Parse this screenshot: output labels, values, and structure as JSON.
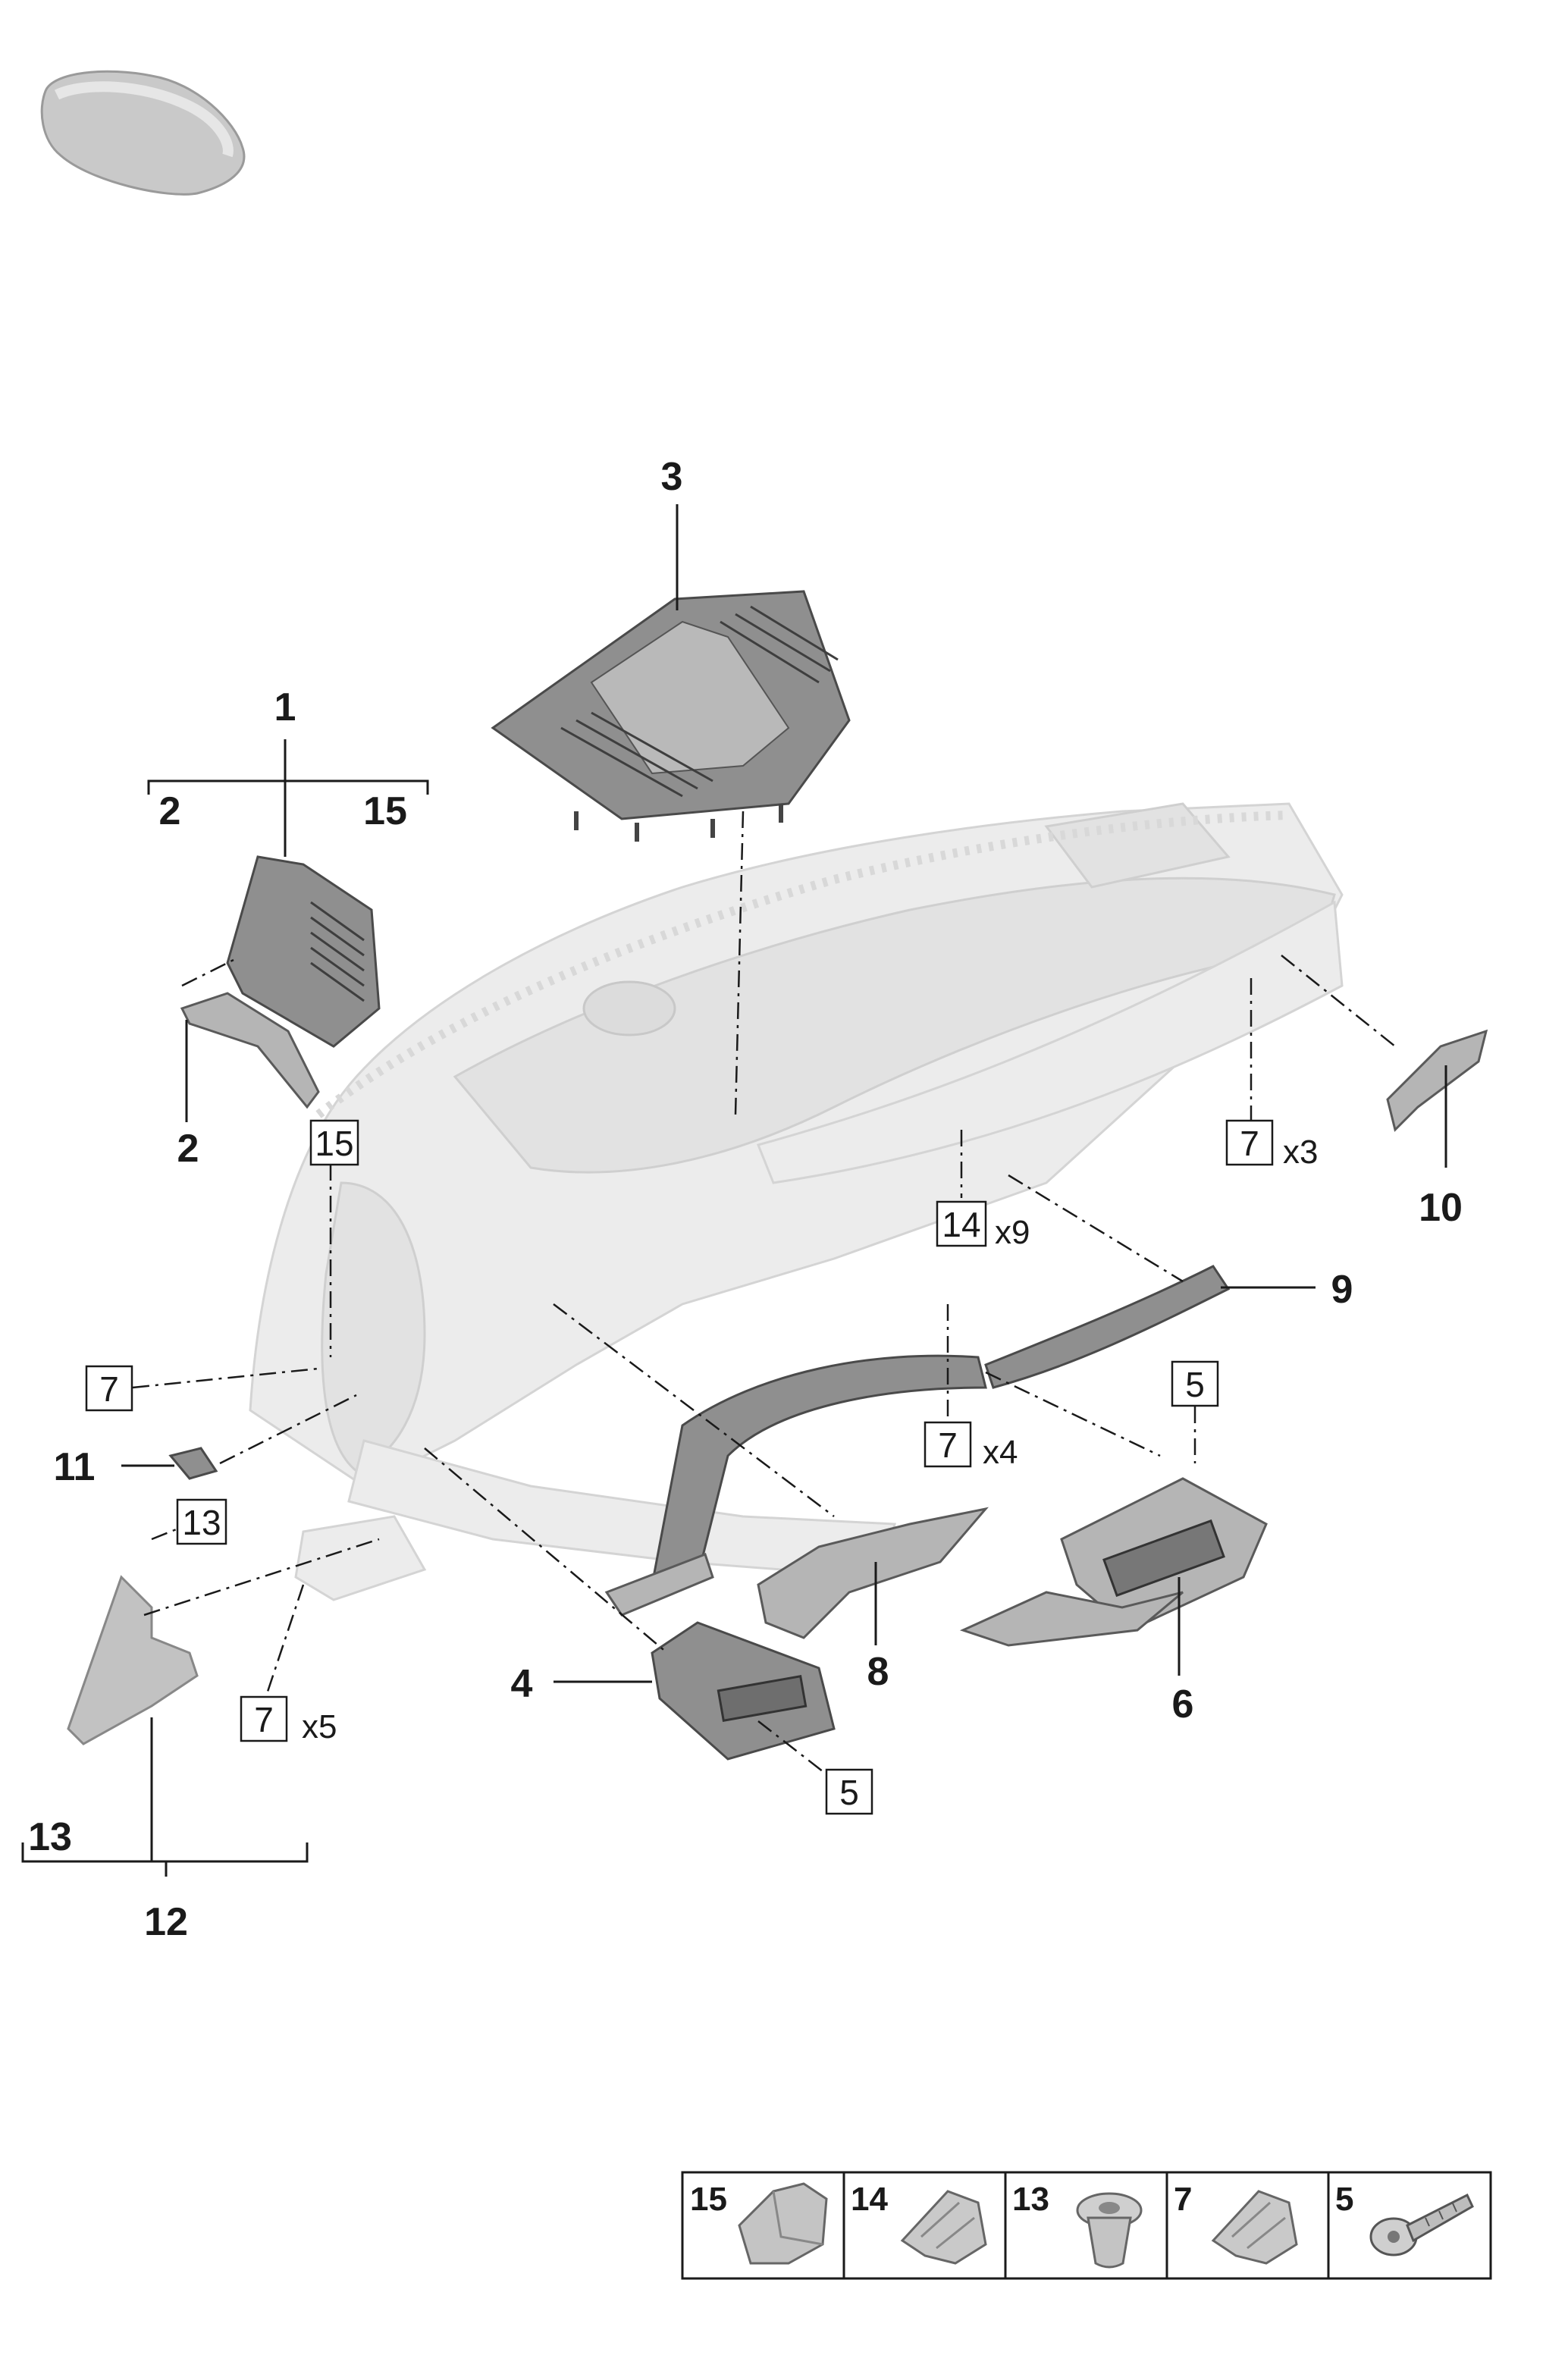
{
  "callouts": {
    "c1": "1",
    "c2_group": "2",
    "c15_group": "15",
    "c2": "2",
    "c3": "3",
    "c4": "4",
    "c6": "6",
    "c8": "8",
    "c9": "9",
    "c10": "10",
    "c11": "11",
    "c12": "12",
    "c13_group": "13"
  },
  "boxed_refs": {
    "r15": "15",
    "r7_x3": "7",
    "r14": "14",
    "r7_left": "7",
    "r7_x4": "7",
    "r5_top": "5",
    "r13": "13",
    "r7_x5": "7",
    "r5_bottom": "5"
  },
  "quantities": {
    "q_x3": "x3",
    "q_x9": "x9",
    "q_x4": "x4",
    "q_x5": "x5"
  },
  "legend": [
    {
      "number": "15",
      "icon": "clip-icon"
    },
    {
      "number": "14",
      "icon": "spring-clip-icon"
    },
    {
      "number": "13",
      "icon": "expanding-nut-icon"
    },
    {
      "number": "7",
      "icon": "spring-clip-icon"
    },
    {
      "number": "5",
      "icon": "screw-icon"
    }
  ],
  "icons": {
    "vehicle": "car-body-icon"
  },
  "colors": {
    "ink": "#1a1a1a",
    "part": "#8f8f8f",
    "ghost": "#ececec"
  }
}
